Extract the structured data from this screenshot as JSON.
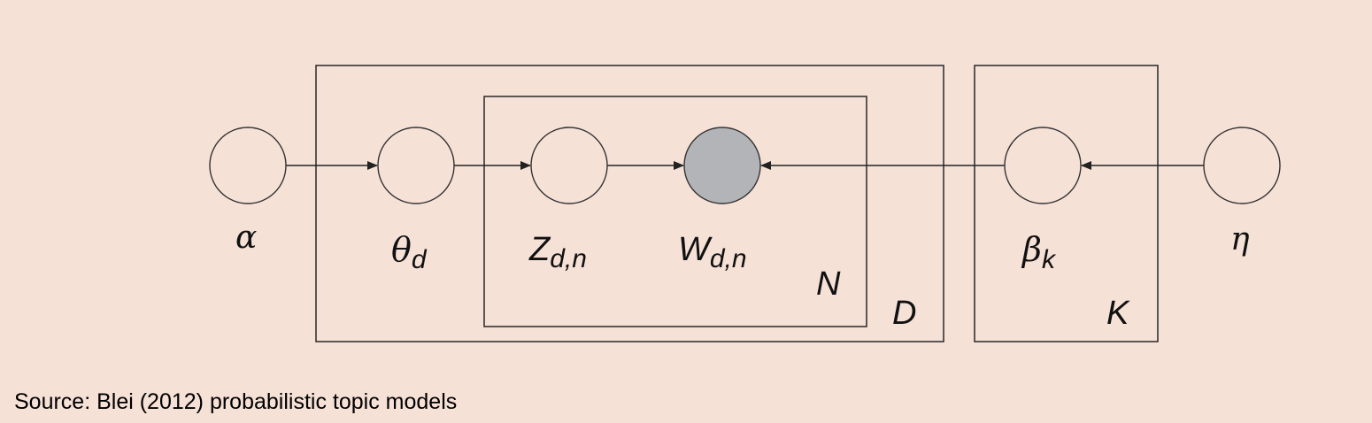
{
  "nodes": {
    "alpha": {
      "symbol": "α",
      "sub": "",
      "observed": false
    },
    "theta": {
      "symbol": "θ",
      "sub": "d",
      "observed": false
    },
    "z": {
      "symbol": "Z",
      "sub": "d,n",
      "observed": false
    },
    "w": {
      "symbol": "W",
      "sub": "d,n",
      "observed": true
    },
    "beta": {
      "symbol": "β",
      "sub": "k",
      "observed": false
    },
    "eta": {
      "symbol": "η",
      "sub": "",
      "observed": false
    }
  },
  "plates": {
    "n": {
      "label": "N"
    },
    "d": {
      "label": "D"
    },
    "k": {
      "label": "K"
    }
  },
  "edges": [
    {
      "from": "alpha",
      "to": "theta"
    },
    {
      "from": "theta",
      "to": "z"
    },
    {
      "from": "z",
      "to": "w"
    },
    {
      "from": "beta",
      "to": "w"
    },
    {
      "from": "eta",
      "to": "beta"
    }
  ],
  "colors": {
    "background": "#f6e1d7",
    "stroke": "#333333",
    "observed_fill": "#b3b4b7"
  },
  "caption": "Source: Blei (2012) probabilistic topic models"
}
